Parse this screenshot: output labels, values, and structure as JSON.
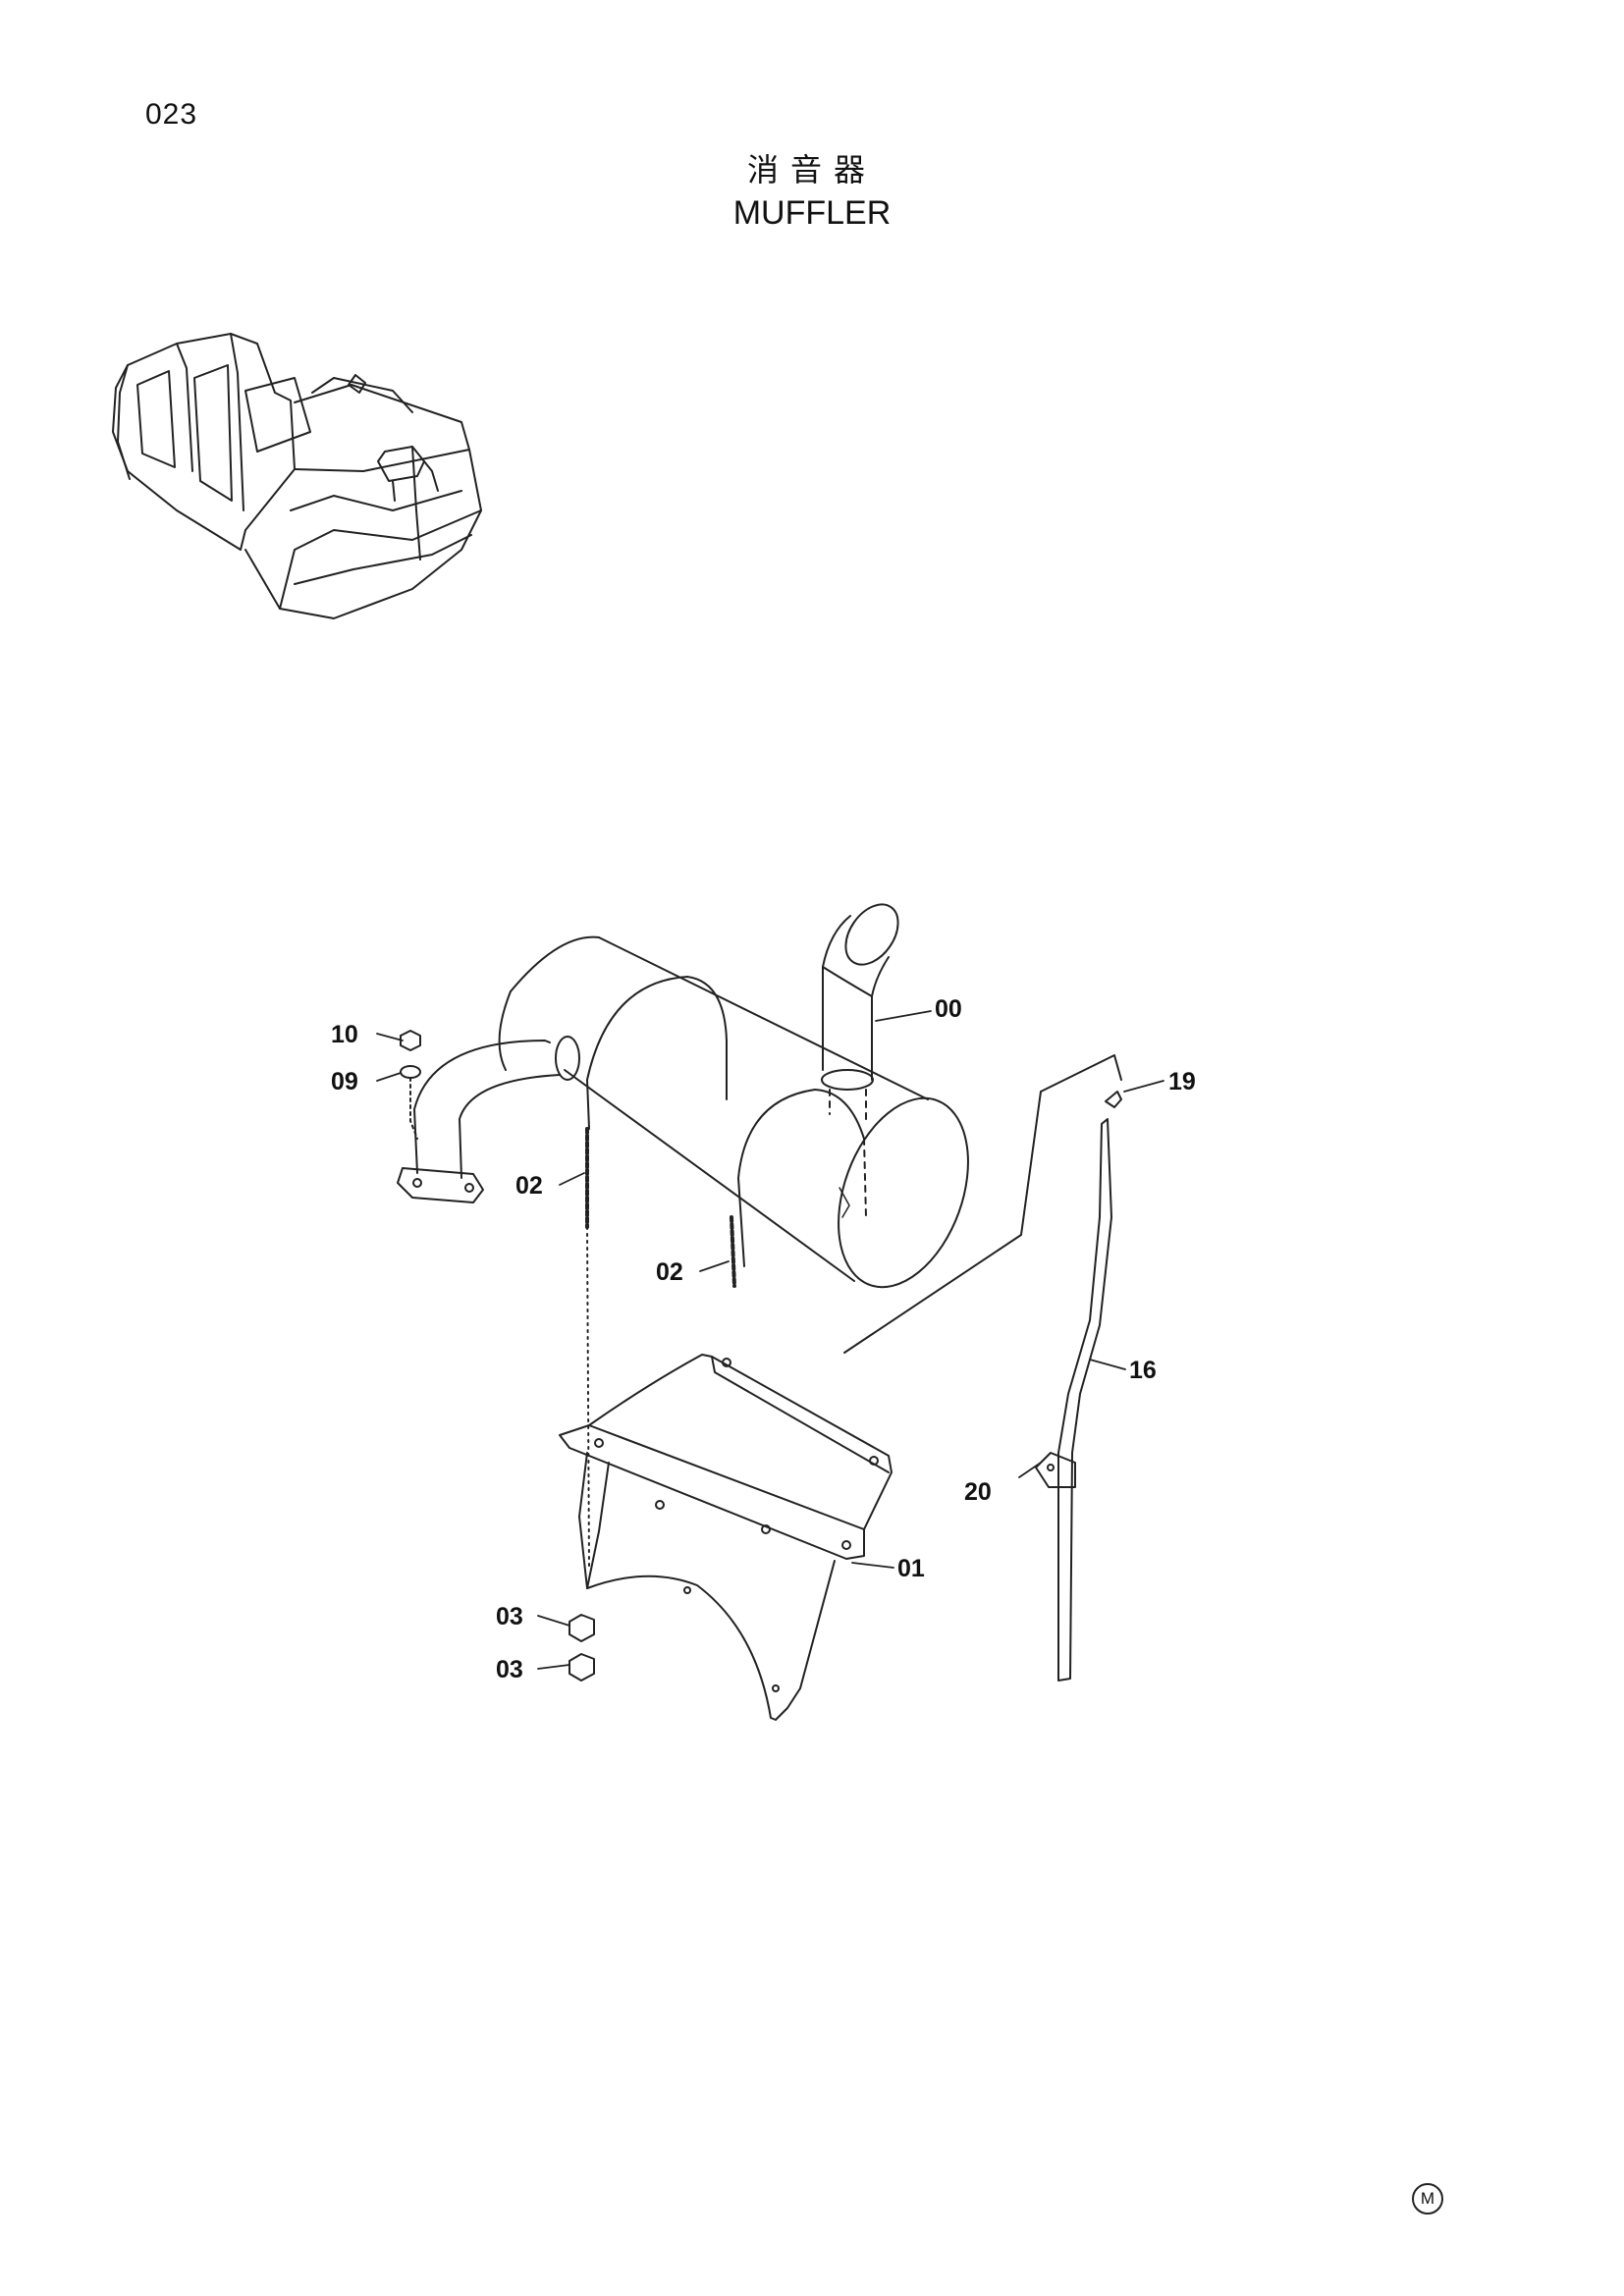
{
  "header": {
    "page_number": "023",
    "title_cn": "消音器",
    "title_en": "MUFFLER"
  },
  "callouts": {
    "c00": "00",
    "c01": "01",
    "c02a": "02",
    "c02b": "02",
    "c03a": "03",
    "c03b": "03",
    "c09": "09",
    "c10": "10",
    "c16": "16",
    "c19": "19",
    "c20": "20"
  },
  "footer": {
    "maker_mark": "M"
  }
}
